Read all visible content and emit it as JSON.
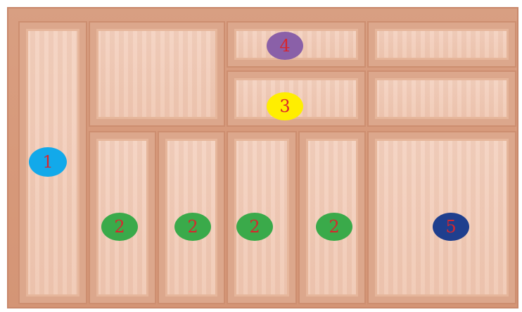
{
  "colors": {
    "wood_frame": "#d89f82",
    "compartment_floor": "#f2ccb8",
    "badge_text": "#d8262d",
    "badge_1": "#12a9ea",
    "badge_2": "#3aaa4a",
    "badge_3": "#ffee00",
    "badge_4": "#8a60a8",
    "badge_5": "#1f3f8e"
  },
  "labels": {
    "compartment_1": "1",
    "compartment_2a": "2",
    "compartment_2b": "2",
    "compartment_2c": "2",
    "compartment_2d": "2",
    "compartment_3": "3",
    "compartment_4": "4",
    "compartment_5": "5"
  }
}
